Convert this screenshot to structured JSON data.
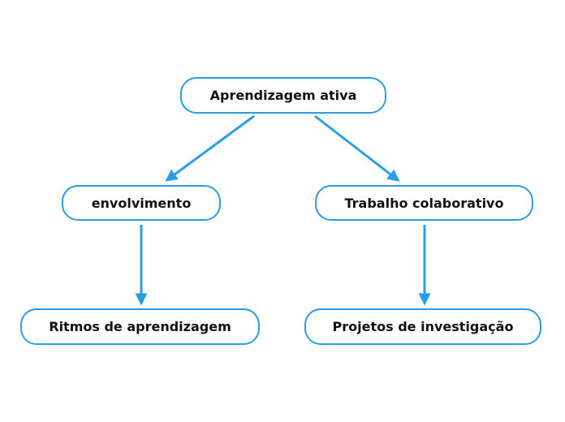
{
  "colors": {
    "accent": "#2b9ce6",
    "node_fill": "#ffffff",
    "text": "#111111",
    "background": "#ffffff"
  },
  "diagram": {
    "type": "mind-map",
    "nodes": {
      "root": {
        "label": "Aprendizagem ativa"
      },
      "branch_left": {
        "label": "envolvimento"
      },
      "branch_right": {
        "label": "Trabalho colaborativo"
      },
      "leaf_left": {
        "label": "Ritmos de aprendizagem"
      },
      "leaf_right": {
        "label": "Projetos de investigação"
      }
    },
    "edges": [
      {
        "from": "root",
        "to": "branch_left"
      },
      {
        "from": "root",
        "to": "branch_right"
      },
      {
        "from": "branch_left",
        "to": "leaf_left"
      },
      {
        "from": "branch_right",
        "to": "leaf_right"
      }
    ]
  }
}
